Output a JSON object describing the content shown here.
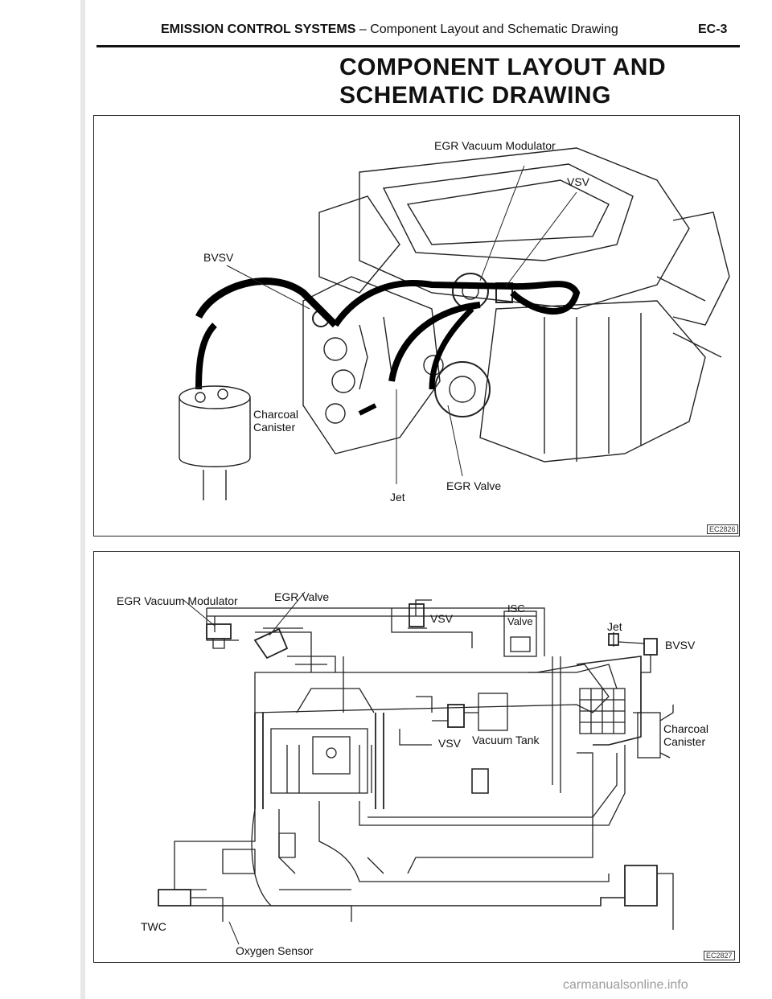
{
  "header": {
    "section": "EMISSION CONTROL SYSTEMS",
    "separator": " – ",
    "subtitle": "Component Layout and Schematic Drawing",
    "page_number": "EC-3"
  },
  "title": {
    "line1": "COMPONENT LAYOUT AND",
    "line2": "SCHEMATIC DRAWING"
  },
  "layout_figure": {
    "labels": {
      "egr_modulator": "EGR Vacuum Modulator",
      "vsv": "VSV",
      "bvsv": "BVSV",
      "charcoal": "Charcoal",
      "canister": "Canister",
      "jet": "Jet",
      "egr_valve": "EGR Valve"
    },
    "code": "EC2826"
  },
  "schematic_figure": {
    "labels": {
      "egr_modulator": "EGR Vacuum Modulator",
      "egr_valve": "EGR Valve",
      "vsv_top": "VSV",
      "isc1": "ISC",
      "isc2": "Valve",
      "jet": "Jet",
      "bvsv": "BVSV",
      "charcoal": "Charcoal",
      "canister": "Canister",
      "vsv_bottom": "VSV",
      "vacuum_tank": "Vacuum Tank",
      "twc": "TWC",
      "oxygen_sensor": "Oxygen Sensor"
    },
    "code": "EC2827"
  },
  "watermark": "carmanualsonline.info"
}
